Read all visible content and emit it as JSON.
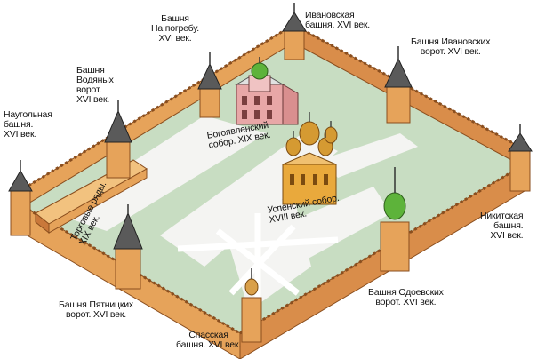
{
  "header": {
    "title_fragment": ""
  },
  "labels": {
    "tower_cellar": "Башня\nНа погребу.\nXVI век.",
    "tower_ivanov": "Ивановская\nбашня. XVI век.",
    "tower_ivanov_gate": "Башня Ивановских\nворот. XVI век.",
    "tower_water_gate": "Башня\nВодяных\nворот.\nXVI век.",
    "tower_corner": "Наугольная\nбашня.\nXVI век.",
    "epiphany_cathedral": "Богоявленский\nсобор. XIX век.",
    "trade_rows": "Торговые ряды.\nXIX век.",
    "assumption_cathedral": "Успенский собор.\nXVIII век.",
    "tower_nikitskaya": "Никитская\nбашня.\nXVI век.",
    "tower_pyatnitsky": "Башня Пятницких\nворот. XVI век.",
    "tower_odoevsky": "Башня Одоевских\nворот. XVI век.",
    "tower_spasskaya": "Спасская\nбашня. XVI век."
  },
  "colors": {
    "wall": "#e6a35a",
    "wall_dark": "#c9783a",
    "ground": "#c8ddc2",
    "path": "#f2f2f0",
    "tower_roof": "#5a5a5a",
    "cathedral_gold": "#e9a93c",
    "church_pink": "#e8a7a7",
    "dome_green": "#5db33a"
  }
}
